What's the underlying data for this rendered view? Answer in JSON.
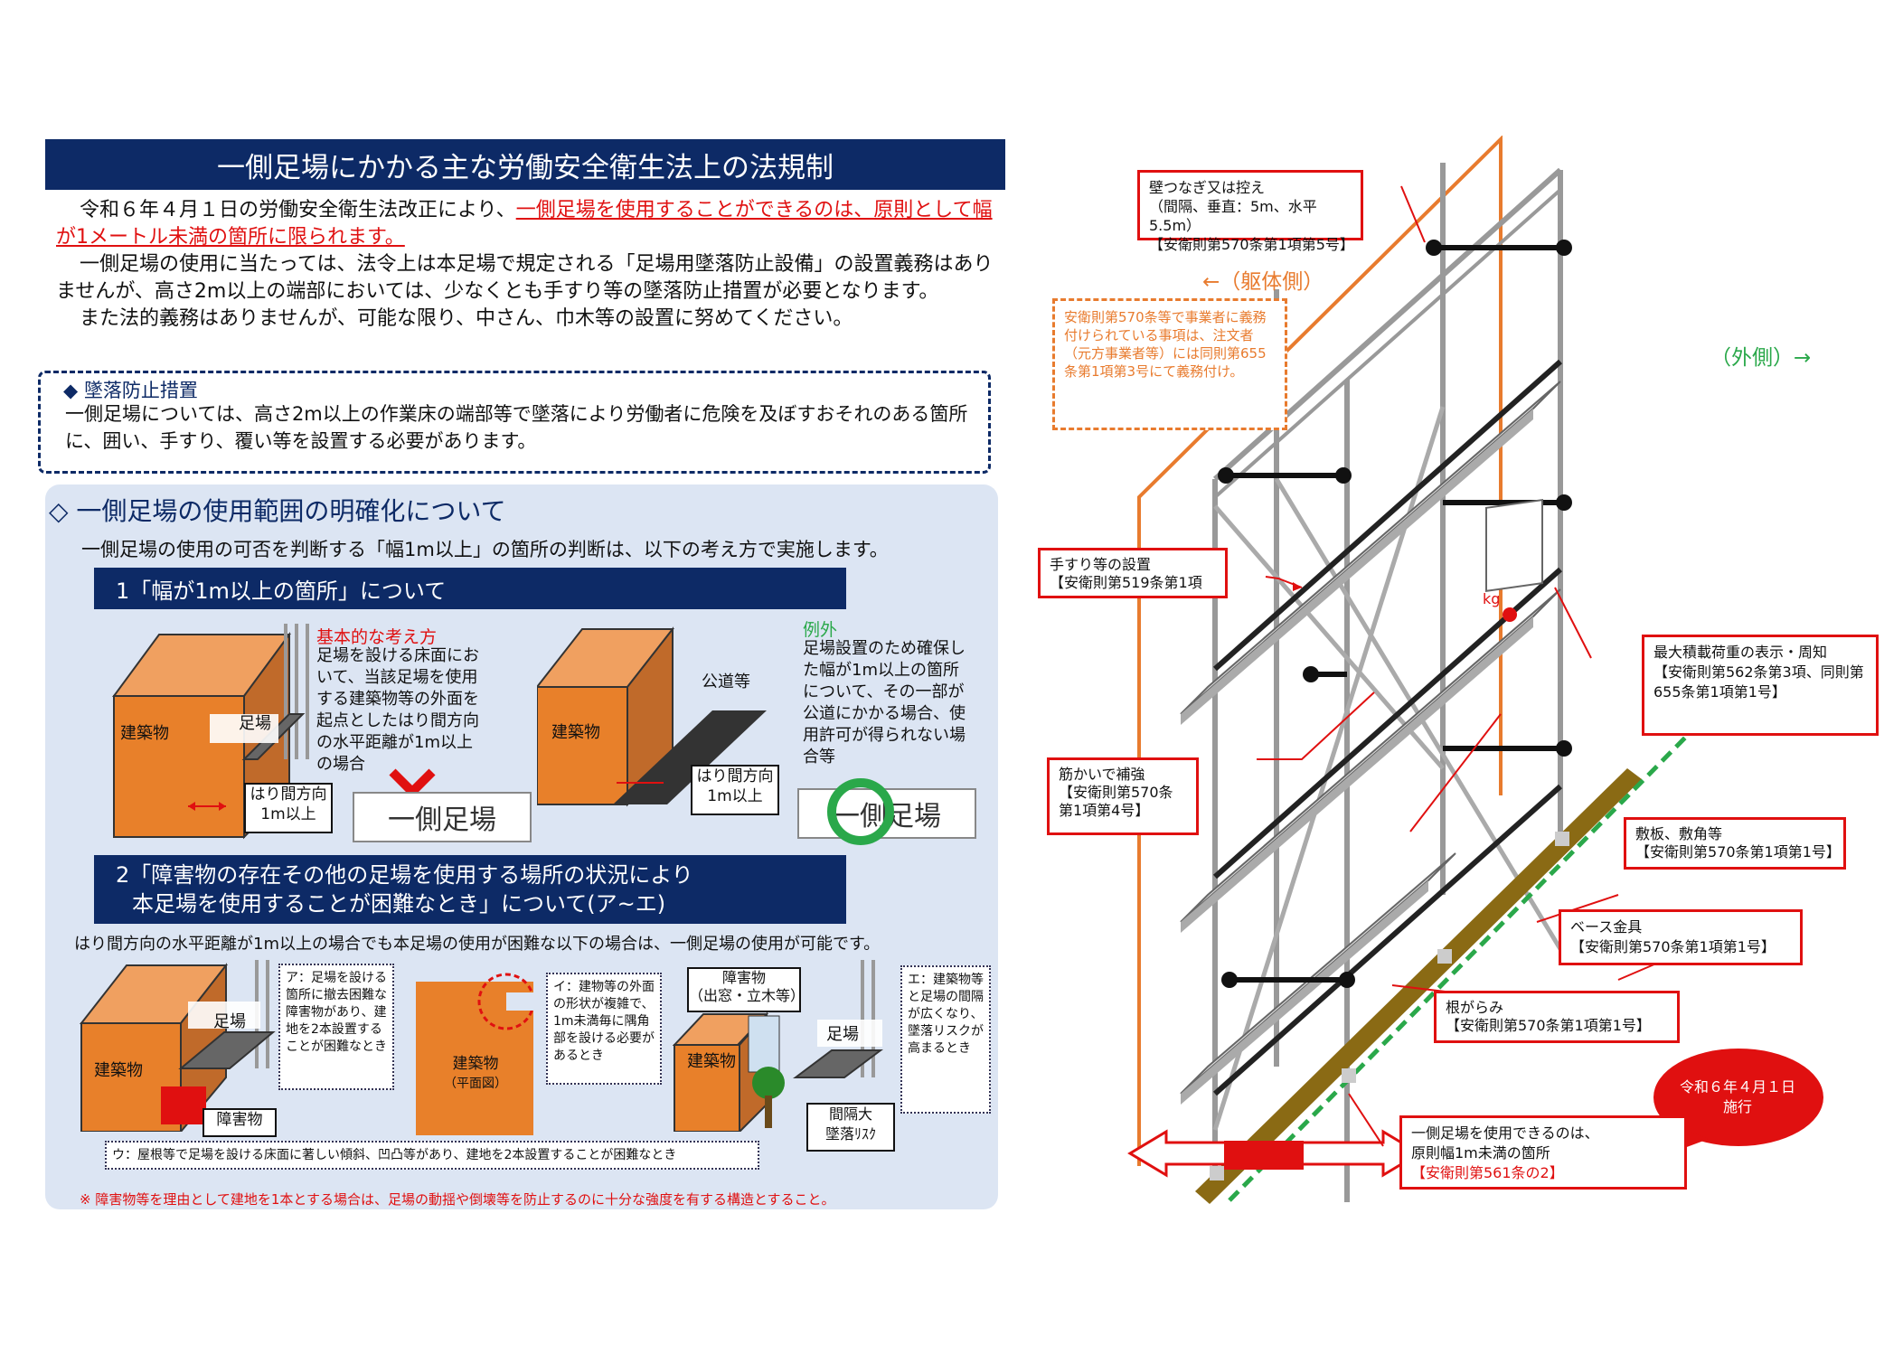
{
  "title": "一側足場にかかる主な労働安全衛生法上の法規制",
  "intro": {
    "p1_a": "令和６年４月１日の労働安全衛生法改正により、",
    "p1_b": "一側足場を使用することができるのは、原則として幅が1メートル未満の箇所に限られます。",
    "p2": "一側足場の使用に当たっては、法令上は本足場で規定される「足場用墜落防止設備」の設置義務はありませんが、高さ2m以上の端部においては、少なくとも手すり等の墜落防止措置が必要となります。",
    "p3": "また法的義務はありませんが、可能な限り、中さん、巾木等の設置に努めてください。"
  },
  "fall_box": {
    "title": "◆ 墜落防止措置",
    "text": "一側足場については、高さ2m以上の作業床の端部等で墜落により労働者に危険を及ぼすおそれのある箇所に、囲い、手すり、覆い等を設置する必要があります。"
  },
  "panel": {
    "heading": "◇ 一側足場の使用範囲の明確化について",
    "sub": "一側足場の使用の可否を判断する「幅1m以上」の箇所の判断は、以下の考え方で実施します。",
    "band1": "1「幅が1m以上の箇所」について",
    "basic_title": "基本的な考え方",
    "basic_text": "足場を設ける床面において、当該足場を使用する建築物等の外面を起点としたはり間方向の水平距離が1m以上の場合",
    "exception_title": "例外",
    "exception_text": "足場設置のため確保した幅が1m以上の箇所について、その一部が公道にかかる場合、使用許可が得られない場合等",
    "building": "建築物",
    "scaffold": "足場",
    "public_road": "公道等",
    "beam_dir": "はり間方向",
    "over_1m": "1m以上",
    "stamp": "一側足場",
    "band2_line1": "2「障害物の存在その他の足場を使用する場所の状況により",
    "band2_line2": "本足場を使用することが困難なとき」について(ア~エ)",
    "band2_sub": "はり間方向の水平距離が1m以上の場合でも本足場の使用が困難な以下の場合は、一側足場の使用が可能です。",
    "note_a": "ア：足場を設ける箇所に撤去困難な障害物があり、建地を2本設置することが困難なとき",
    "note_i": "イ：建物等の外面の形状が複雑で、1m未満毎に隅角部を設ける必要があるとき",
    "note_e": "エ：建築物等と足場の間隔が広くなり、墜落リスクが高まるとき",
    "note_u": "ウ：屋根等で足場を設ける床面に著しい傾斜、凹凸等があり、建地を2本設置することが困難なとき",
    "obstacle": "障害物",
    "obstacle2_a": "障害物",
    "obstacle2_b": "（出窓・立木等）",
    "plan_a": "建築物",
    "plan_b": "（平面図）",
    "gap_a": "間隔大",
    "gap_b": "墜落ﾘｽｸ",
    "footnote": "※ 障害物等を理由として建地を1本とする場合は、足場の動揺や倒壊等を防止するのに十分な強度を有する構造とすること。"
  },
  "right": {
    "wall_tie_l1": "壁つなぎ又は控え",
    "wall_tie_l2": "（間隔、垂直：5m、水平5.5m）",
    "wall_tie_l3": "【安衛則第570条第1項第5号】",
    "body_side": "←（躯体側）",
    "outer_side": "（外側）→",
    "orange_note": "安衛則第570条等で事業者に義務付けられている事項は、注文者（元方事業者等）には同則第655条第1項第3号にて義務付け。",
    "handrail_l1": "手すり等の設置",
    "handrail_l2": "【安衛則第519条第1項",
    "max_load_l1": "最大積載荷重の表示・周知",
    "max_load_l2": "【安衛則第562条第3項、同則第655条第1項第1号】",
    "brace_l1": "筋かいで補強",
    "brace_l2": "【安衛則第570条第1項第4号】",
    "plank_l1": "敷板、敷角等",
    "plank_l2": "【安衛則第570条第1項第1号】",
    "base_l1": "ベース金具",
    "base_l2": "【安衛則第570条第1項第1号】",
    "negarami_l1": "根がらみ",
    "negarami_l2": "【安衛則第570条第1項第1号】",
    "bubble_l1": "令和６年４月１日",
    "bubble_l2": "施行",
    "one_side_l1": "一側足場を使用できるのは、",
    "one_side_l2": "原則幅1m未満の箇所",
    "one_side_l3": "【安衛則第561条の2】",
    "width_label": "1m",
    "kg": "kg"
  },
  "colors": {
    "navy": "#0d2a66",
    "red": "#e01010",
    "orange": "#e87b2e",
    "green": "#2aa84a",
    "panel_bg": "#dce5f3"
  }
}
